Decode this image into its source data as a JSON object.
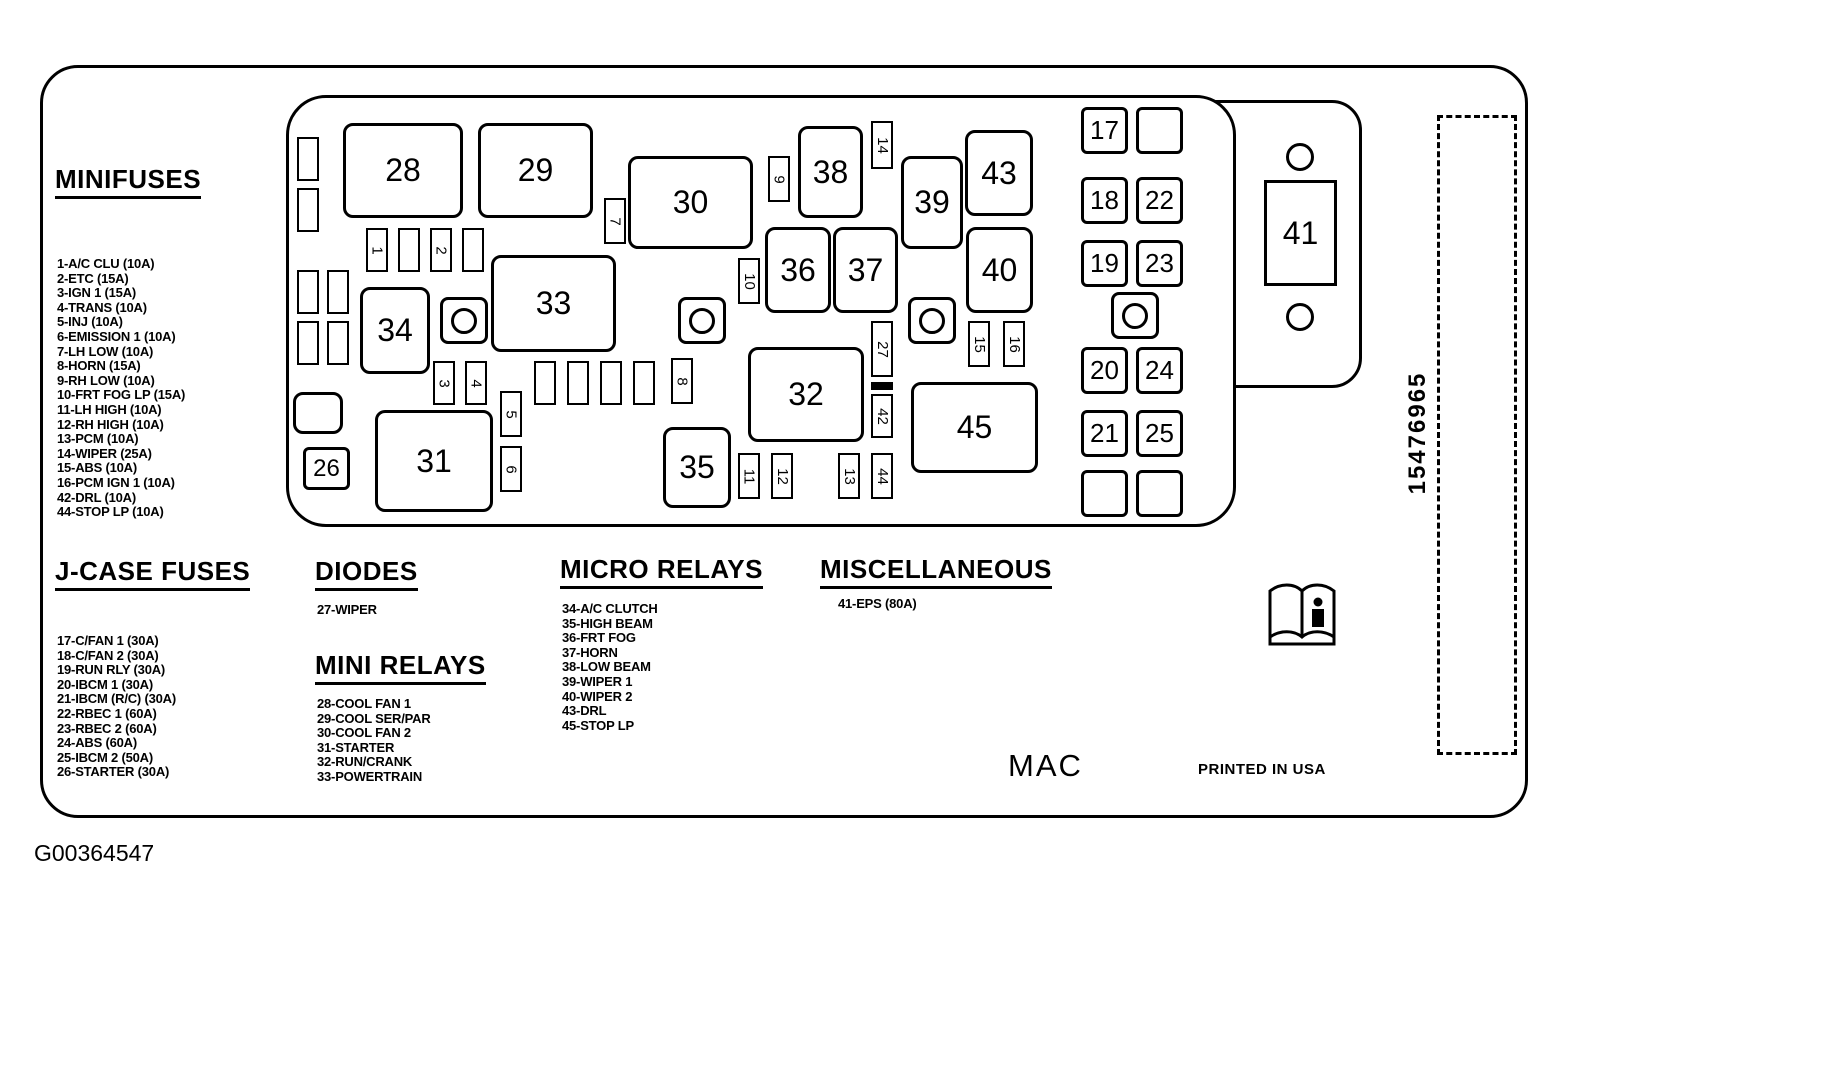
{
  "colors": {
    "ink": "#000000",
    "paper": "#ffffff"
  },
  "fusebox": {
    "cells": {
      "c1": "1",
      "c2": "2",
      "c3": "3",
      "c4": "4",
      "c5": "5",
      "c6": "6",
      "c7": "7",
      "c8": "8",
      "c9": "9",
      "c10": "10",
      "c11": "11",
      "c12": "12",
      "c13": "13",
      "c14": "14",
      "c15": "15",
      "c16": "16",
      "c17": "17",
      "c18": "18",
      "c19": "19",
      "c20": "20",
      "c21": "21",
      "c22": "22",
      "c23": "23",
      "c24": "24",
      "c25": "25",
      "c26": "26",
      "c27": "27",
      "c28": "28",
      "c29": "29",
      "c30": "30",
      "c31": "31",
      "c32": "32",
      "c33": "33",
      "c34": "34",
      "c35": "35",
      "c36": "36",
      "c37": "37",
      "c38": "38",
      "c39": "39",
      "c40": "40",
      "c41": "41",
      "c42": "42",
      "c43": "43",
      "c44": "44",
      "c45": "45"
    }
  },
  "sections": {
    "minifuses": {
      "title": "MINIFUSES",
      "items": [
        "1-A/C CLU (10A)",
        "2-ETC (15A)",
        "3-IGN 1 (15A)",
        "4-TRANS (10A)",
        "5-INJ (10A)",
        "6-EMISSION 1 (10A)",
        "7-LH LOW (10A)",
        "8-HORN (15A)",
        "9-RH LOW (10A)",
        "10-FRT FOG LP (15A)",
        "11-LH HIGH (10A)",
        "12-RH HIGH (10A)",
        "13-PCM (10A)",
        "14-WIPER (25A)",
        "15-ABS (10A)",
        "16-PCM IGN 1 (10A)",
        "42-DRL (10A)",
        "44-STOP LP (10A)"
      ]
    },
    "jcase": {
      "title": "J-CASE FUSES",
      "items": [
        "17-C/FAN 1 (30A)",
        "18-C/FAN 2 (30A)",
        "19-RUN RLY (30A)",
        "20-IBCM 1 (30A)",
        "21-IBCM (R/C) (30A)",
        "22-RBEC 1 (60A)",
        "23-RBEC 2 (60A)",
        "24-ABS (60A)",
        "25-IBCM 2 (50A)",
        "26-STARTER (30A)"
      ]
    },
    "diodes": {
      "title": "DIODES",
      "items": [
        "27-WIPER"
      ]
    },
    "mini_relays": {
      "title": "MINI RELAYS",
      "items": [
        "28-COOL FAN 1",
        "29-COOL SER/PAR",
        "30-COOL FAN 2",
        "31-STARTER",
        "32-RUN/CRANK",
        "33-POWERTRAIN"
      ]
    },
    "micro_relays": {
      "title": "MICRO RELAYS",
      "items": [
        "34-A/C CLUTCH",
        "35-HIGH BEAM",
        "36-FRT FOG",
        "37-HORN",
        "38-LOW BEAM",
        "39-WIPER 1",
        "40-WIPER 2",
        "43-DRL",
        "45-STOP LP"
      ]
    },
    "miscellaneous": {
      "title": "MISCELLANEOUS",
      "items": [
        "41-EPS (80A)"
      ]
    }
  },
  "footer": {
    "mac": "MAC",
    "printed": "PRINTED IN USA",
    "part_number": "15476965",
    "figure_id": "G00364547"
  }
}
